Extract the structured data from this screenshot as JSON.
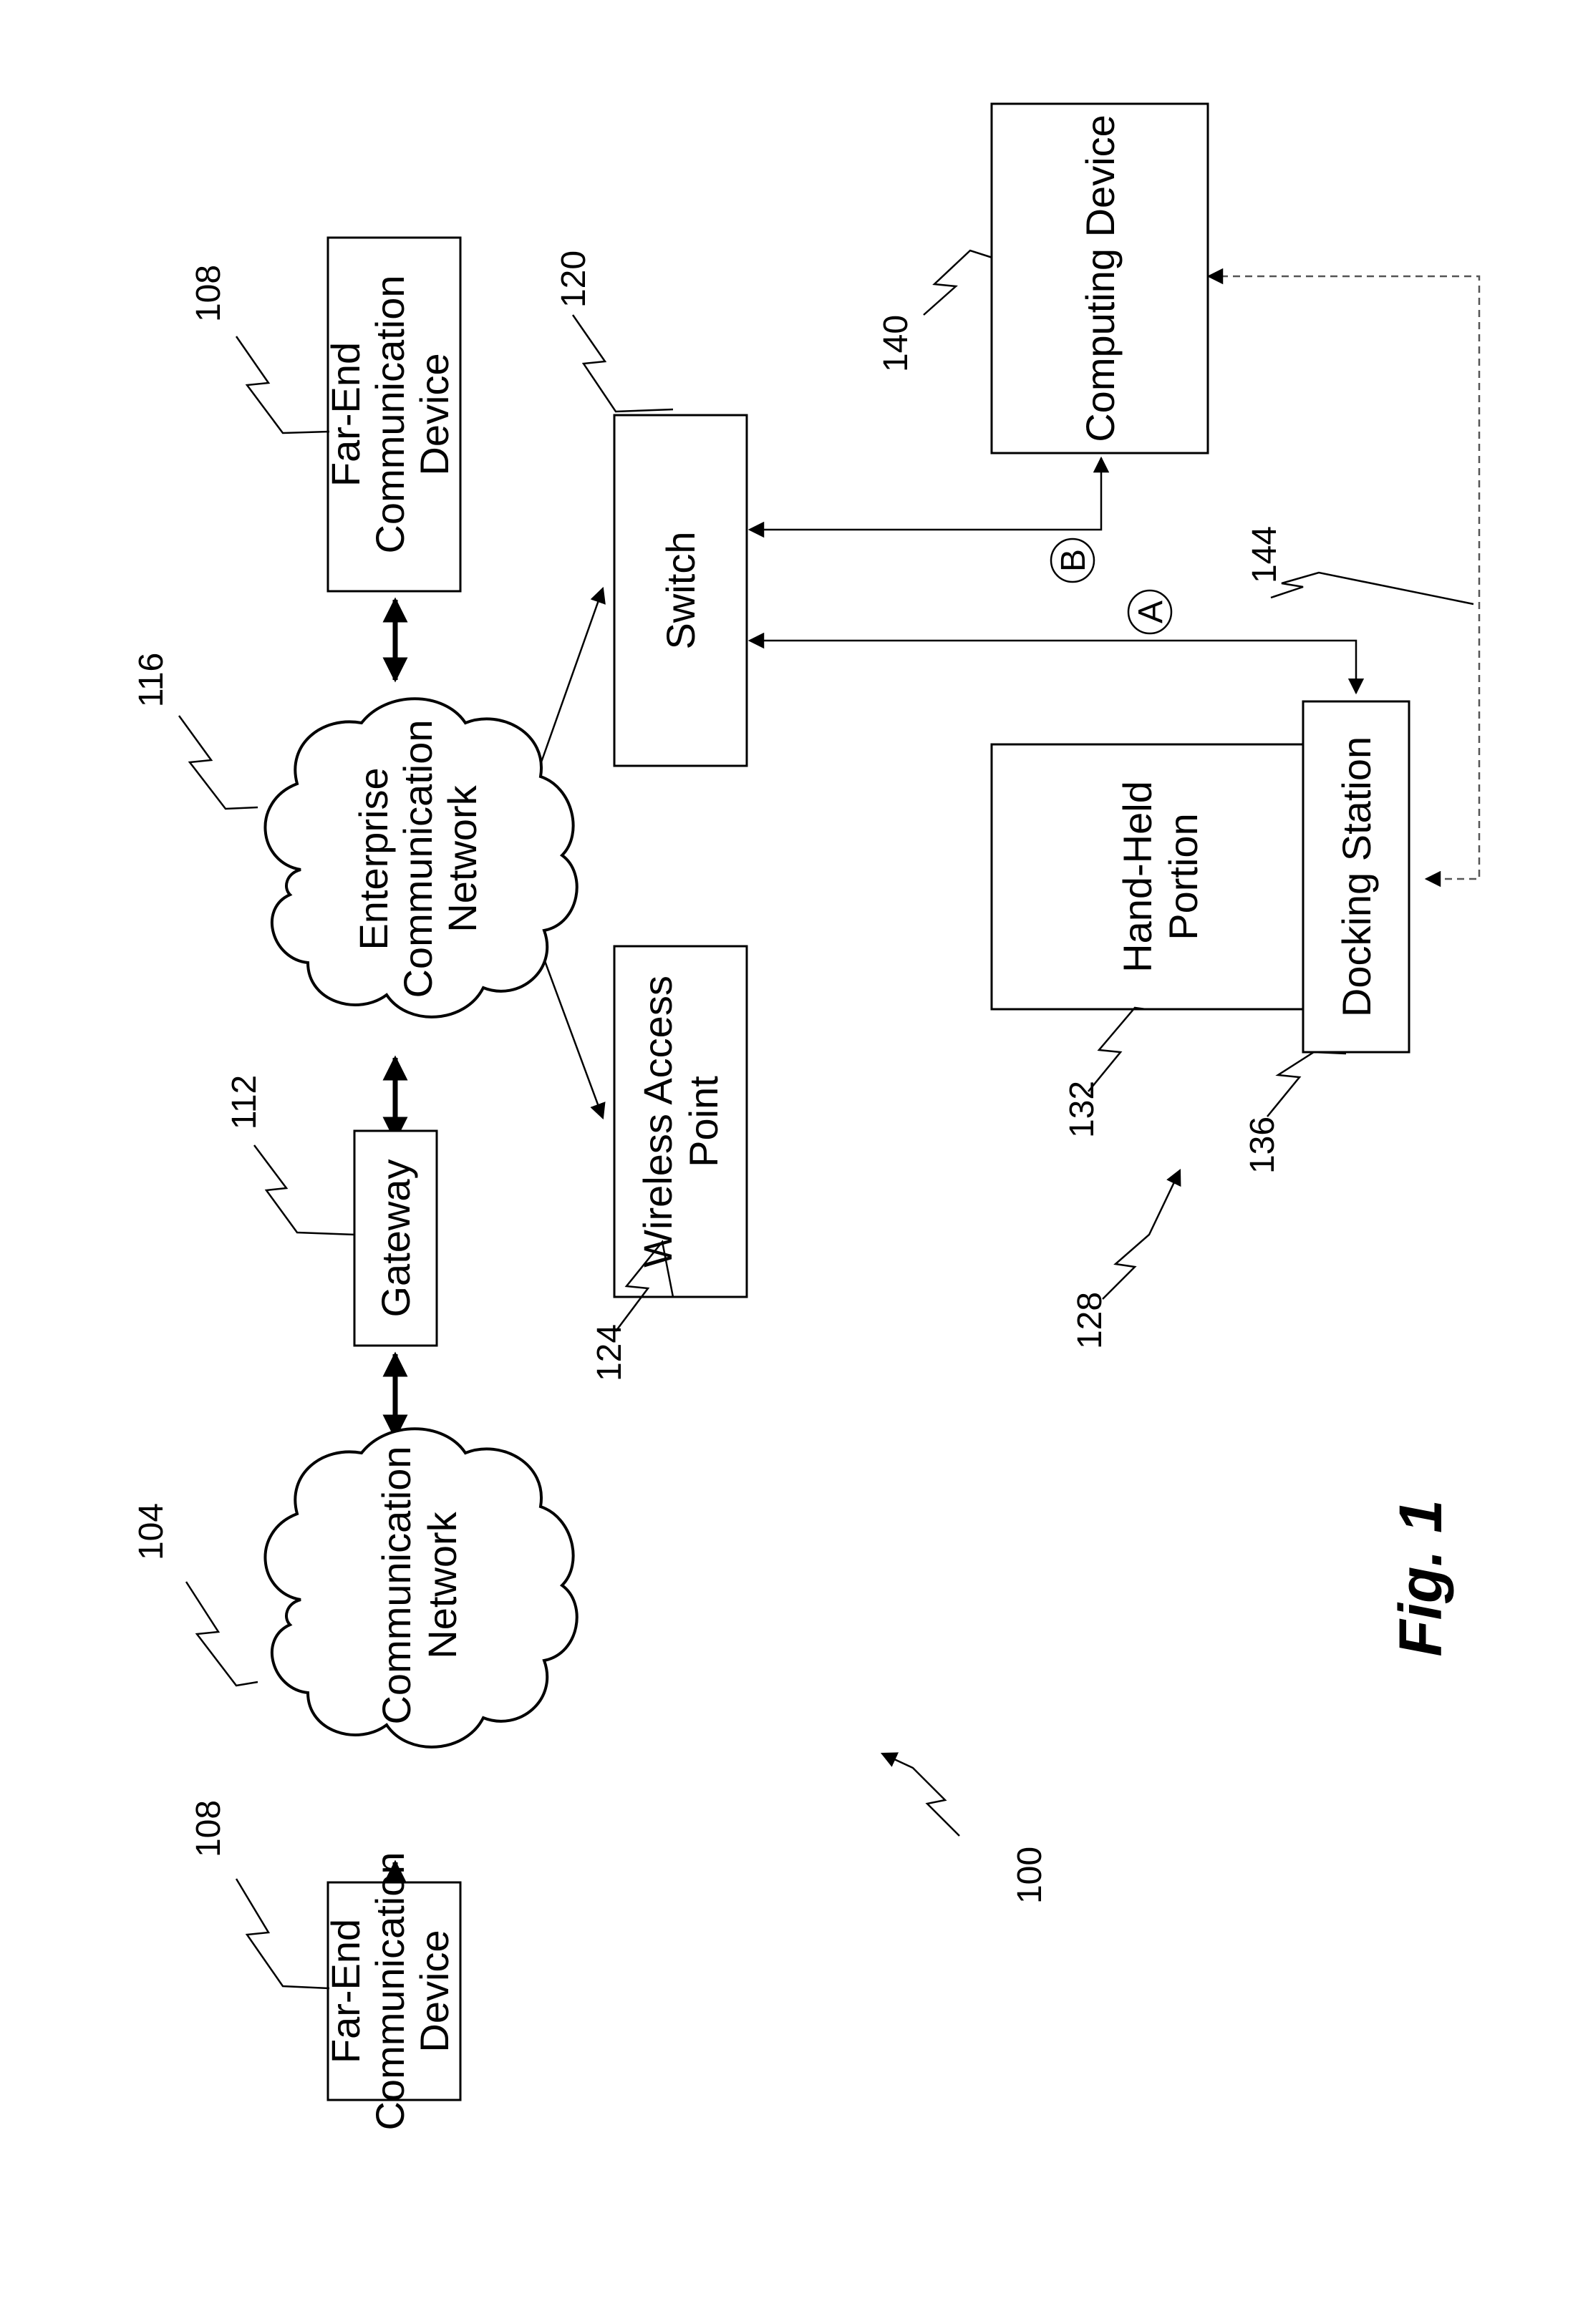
{
  "figure_label": "Fig. 1",
  "blocks": {
    "far_end_device_1": {
      "line1": "Far-End",
      "line2": "Communication",
      "line3": "Device"
    },
    "communication_network": {
      "line1": "Communication",
      "line2": "Network"
    },
    "gateway": {
      "line1": "Gateway"
    },
    "enterprise_network": {
      "line1": "Enterprise",
      "line2": "Communication",
      "line3": "Network"
    },
    "far_end_device_2": {
      "line1": "Far-End",
      "line2": "Communication",
      "line3": "Device"
    },
    "wireless_access_point": {
      "line1": "Wireless Access",
      "line2": "Point"
    },
    "switch": {
      "line1": "Switch"
    },
    "hand_held_portion": {
      "line1": "Hand-Held",
      "line2": "Portion"
    },
    "docking_station": {
      "line1": "Docking Station"
    },
    "computing_device": {
      "line1": "Computing Device"
    }
  },
  "reference_numerals": {
    "system": "100",
    "communication_network": "104",
    "far_end_device_1": "108",
    "far_end_device_2": "108",
    "gateway": "112",
    "enterprise_network": "116",
    "switch": "120",
    "wireless_access_point": "124",
    "phone_assembly": "128",
    "hand_held_portion": "132",
    "docking_station": "136",
    "computing_device": "140",
    "dashed_link": "144"
  },
  "connection_labels": {
    "a": "A",
    "b": "B"
  }
}
